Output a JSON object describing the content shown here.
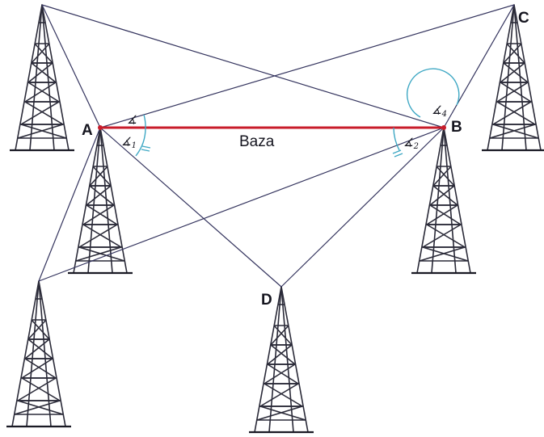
{
  "points": {
    "a": "A",
    "b": "B",
    "c": "C",
    "d": "D"
  },
  "base_label": "Baza",
  "angles": {
    "sym": "∡",
    "a_top": "",
    "a_bottom": "1",
    "b_left": "2",
    "b_top": "4"
  },
  "colors": {
    "base_line": "#c81c2a",
    "angle_arc": "#3fa8c4",
    "sight_line": "#34345e",
    "tower": "#2a2a38"
  }
}
